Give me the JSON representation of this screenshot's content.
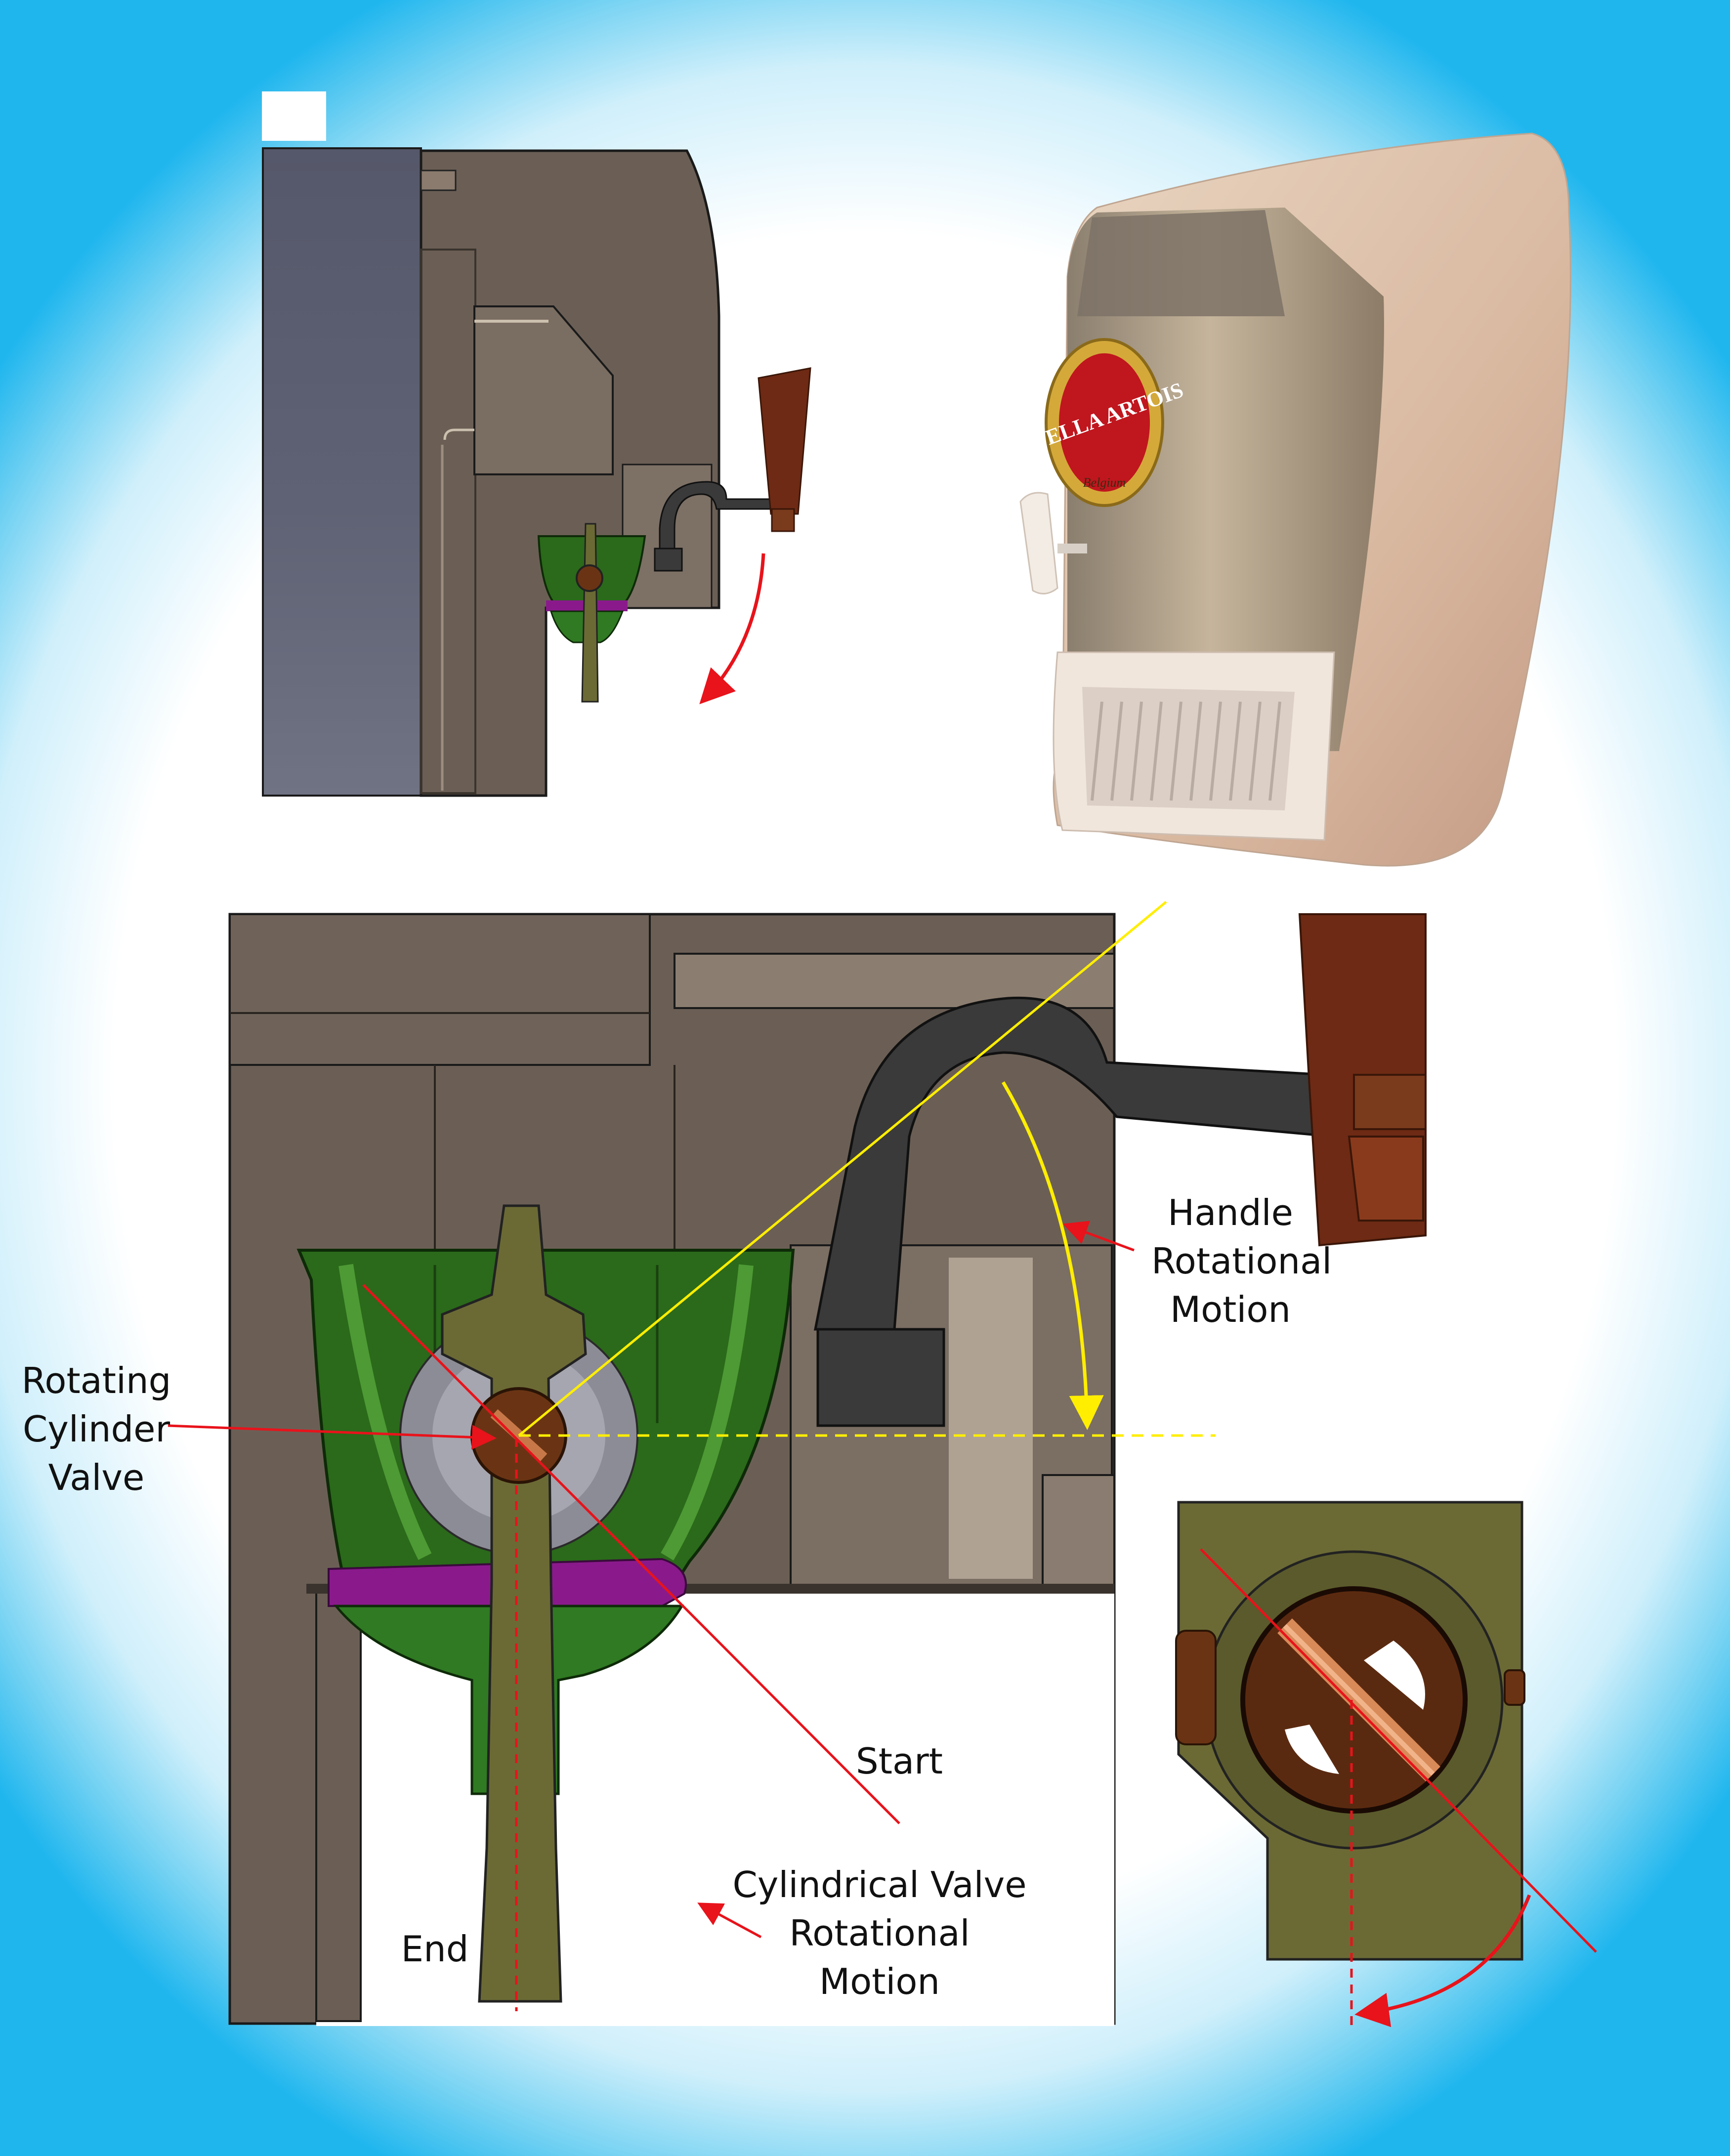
{
  "product_photo": {
    "brand_logo": "STELLA ARTOIS",
    "logo_script": "Belgium"
  },
  "labels": {
    "handle_motion": [
      "Handle",
      "Rotational",
      "Motion"
    ],
    "rotating_valve": [
      "Rotating",
      "Cylinder",
      "Valve"
    ],
    "start": "Start",
    "end": "End",
    "valve_motion": [
      "Cylindrical Valve",
      "Rotational",
      "Motion"
    ]
  },
  "colors": {
    "housing": "#6b5f55",
    "valve_body_green": "#2a6a1a",
    "spout_olive": "#6b6a35",
    "handle_brown": "#6e2a14",
    "handle_arm": "#3a3a3a",
    "gasket_purple": "#8a1a8c",
    "annotation_red": "#e8131b",
    "annotation_yellow": "#ffee00"
  }
}
